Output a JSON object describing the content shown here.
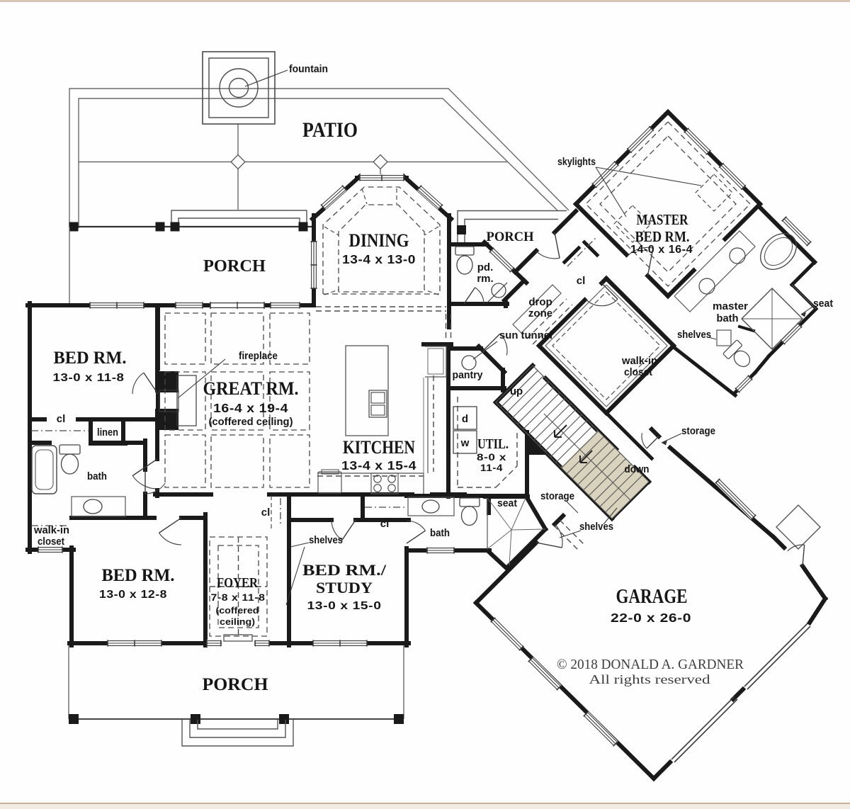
{
  "document": {
    "type": "architectural floor plan"
  },
  "labels": {
    "patio": "PATIO",
    "porch_rear": "PORCH",
    "porch_side": "PORCH",
    "porch_front": "PORCH",
    "dining": "DINING",
    "dining_dims": "13-4 x 13-0",
    "great": "GREAT RM.",
    "great_dims": "16-4 x 19-4",
    "great_note": "(coffered ceiling)",
    "kitchen": "KITCHEN",
    "kitchen_dims": "13-4 x 15-4",
    "master1": "MASTER",
    "master2": "BED RM.",
    "master_dims": "14-0 x 16-4",
    "bed1": "BED RM.",
    "bed1_dims": "13-0 x 11-8",
    "bed2": "BED RM.",
    "bed2_dims": "13-0 x 12-8",
    "study1": "BED RM./",
    "study2": "STUDY",
    "study_dims": "13-0 x 15-0",
    "foyer": "FOYER",
    "foyer_dims": "7-8 x 11-8",
    "foyer_note1": "(coffered",
    "foyer_note2": "ceiling)",
    "util": "UTIL.",
    "util_dims1": "8-0 x",
    "util_dims2": "11-4",
    "garage": "GARAGE",
    "garage_dims": "22-0 x 26-0",
    "fountain": "fountain",
    "skylights": "skylights",
    "pd1": "pd.",
    "pd2": "rm.",
    "drop1": "drop",
    "drop2": "zone",
    "cl_drop": "cl",
    "sun_tunnel": "sun tunnel",
    "pantry": "pantry",
    "up": "up",
    "down": "down",
    "wic1": "walk-in",
    "wic2": "closet",
    "storage_r": "storage",
    "storage_b": "storage",
    "seat_b": "seat",
    "shelves_b": "shelves",
    "bath2": "bath",
    "master_bath1": "master",
    "master_bath2": "bath",
    "shelves_m": "shelves",
    "seat_m": "seat",
    "cl_bed1": "cl",
    "linen": "linen",
    "bath1": "bath",
    "wicL1": "walk-in",
    "wicL2": "closet",
    "cl_foyer": "cl",
    "shelves_s": "shelves",
    "cl_study": "cl",
    "fireplace": "fireplace",
    "d": "d",
    "w": "w",
    "copy1": "© 2018 DONALD A. GARDNER",
    "copy2": "All rights reserved"
  },
  "rooms": [
    {
      "name": "DINING",
      "dims": "13-4 x 13-0"
    },
    {
      "name": "GREAT RM.",
      "dims": "16-4 x 19-4",
      "note": "(coffered ceiling)"
    },
    {
      "name": "KITCHEN",
      "dims": "13-4 x 15-4"
    },
    {
      "name": "MASTER BED RM.",
      "dims": "14-0 x 16-4"
    },
    {
      "name": "BED RM.",
      "dims": "13-0 x 11-8"
    },
    {
      "name": "BED RM.",
      "dims": "13-0 x 12-8"
    },
    {
      "name": "BED RM./STUDY",
      "dims": "13-0 x 15-0"
    },
    {
      "name": "FOYER",
      "dims": "7-8 x 11-8",
      "note": "(coffered ceiling)"
    },
    {
      "name": "UTIL.",
      "dims": "8-0 x 11-4"
    },
    {
      "name": "GARAGE",
      "dims": "22-0 x 26-0"
    }
  ],
  "colors": {
    "walls": "#1a1a1a",
    "stair_fill": "#d9d2bd",
    "border_top": "#d8c7b8",
    "border_bottom": "#c9b29d",
    "paper": "#fefefe"
  },
  "copyright": {
    "line1": "© 2018 DONALD A. GARDNER",
    "line2": "All rights reserved"
  }
}
